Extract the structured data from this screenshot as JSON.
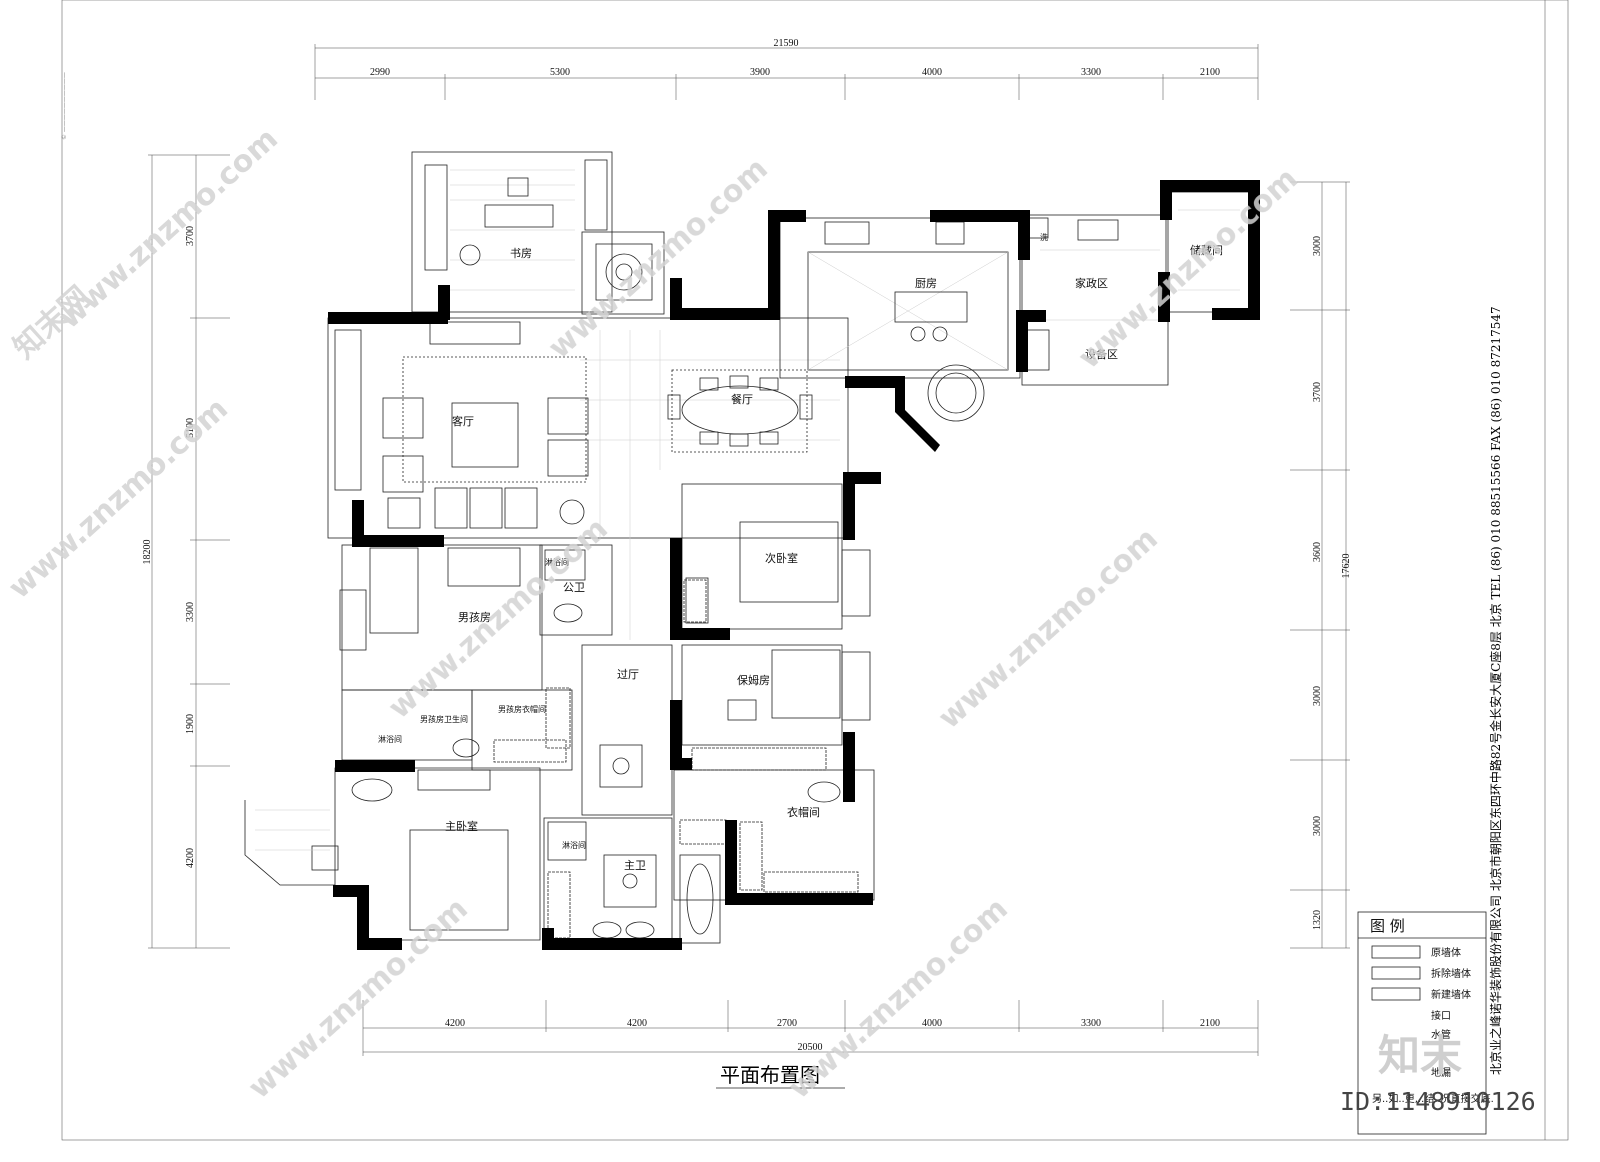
{
  "dimensions": {
    "top_total": "21590",
    "top_segments": [
      "2990",
      "5300",
      "3900",
      "4000",
      "3300",
      "2100"
    ],
    "bottom_total": "20500",
    "bottom_segments": [
      "4200",
      "4200",
      "2700",
      "4000",
      "3300",
      "2100"
    ],
    "left_total": "18200",
    "left_segments": [
      "3700",
      "5100",
      "3300",
      "1900",
      "4200"
    ],
    "right_total": "17620",
    "right_segments": [
      "3000",
      "3700",
      "3600",
      "3000",
      "3000",
      "1320"
    ]
  },
  "rooms": {
    "study": "书房",
    "kitchen": "厨房",
    "housekeeping": "家政区",
    "storage": "储藏间",
    "equipment": "设备区",
    "living": "客厅",
    "dining": "餐厅",
    "second_bedroom": "次卧室",
    "public_bath": "公卫",
    "boys_room": "男孩房",
    "hallway": "过厅",
    "nanny_room": "保姆房",
    "boys_bath": "男孩房卫生间",
    "boys_closet": "男孩房衣帽间",
    "master_bedroom": "主卧室",
    "master_bath": "主卫",
    "cloakroom": "衣帽间",
    "shower_1": "淋浴间",
    "shower_2": "淋浴间",
    "shower_3": "淋浴间",
    "wash": "洗"
  },
  "drawing_title": "平面布置图",
  "company_text": "北京业之峰诺华装饰股份有限公司 北京市朝阳区东四环中路82号金长安大厦C座8层   北京   TEL (86) 010 88515566   FAX (86) 010 87217547",
  "legend": {
    "heading": "图 例",
    "items": [
      "原墙体",
      "拆除墙体",
      "新建墙体",
      "接口",
      "水管",
      "地漏"
    ],
    "note": "另..如..更,..结..况直接交底."
  },
  "watermark": {
    "url_text": "www.znzmo.com",
    "brand_cn": "知末网",
    "logo_text": "知末",
    "id_text": "ID:1148910126"
  },
  "colors": {
    "wall": "#000000",
    "line": "#222222",
    "watermark": "#d2d2d2"
  }
}
